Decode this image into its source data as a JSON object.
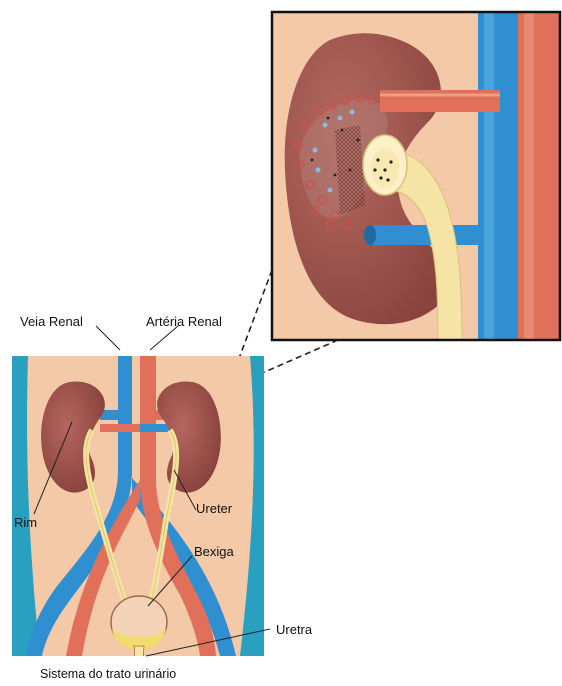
{
  "labels": {
    "veia_renal": "Veia Renal",
    "arteria_renal": "Artéria Renal",
    "rim": "Rim",
    "ureter": "Ureter",
    "bexiga": "Bexiga",
    "uretra": "Uretra"
  },
  "caption": "Sistema do trato urinário",
  "colors": {
    "skin": "#f3c9a8",
    "kidney": "#9c5049",
    "kidney_light": "#b76a63",
    "vein": "#2f8fd0",
    "artery": "#e0705a",
    "ureter": "#f5e3a0",
    "urine": "#f2dc6c",
    "side_band": "#2aa0c0"
  }
}
